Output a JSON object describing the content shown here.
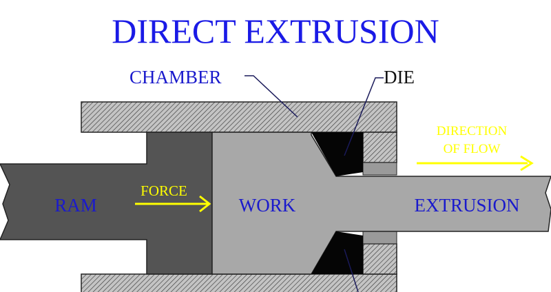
{
  "title": "DIRECT EXTRUSION",
  "labels": {
    "chamber": "CHAMBER",
    "die": "DIE",
    "direction_line1": "DIRECTION",
    "direction_line2": "OF FLOW",
    "ram": "RAM",
    "force": "FORCE",
    "work": "WORK",
    "extrusion": "EXTRUSION"
  },
  "colors": {
    "title": "#1a1ae6",
    "label_blue": "#1a1acc",
    "label_black": "#111111",
    "arrow_yellow": "#ffff00",
    "ram": "#545454",
    "work": "#a8a8a8",
    "die": "#050505",
    "chamber_fill": "#bfbfbf",
    "hatch": "#333333"
  }
}
